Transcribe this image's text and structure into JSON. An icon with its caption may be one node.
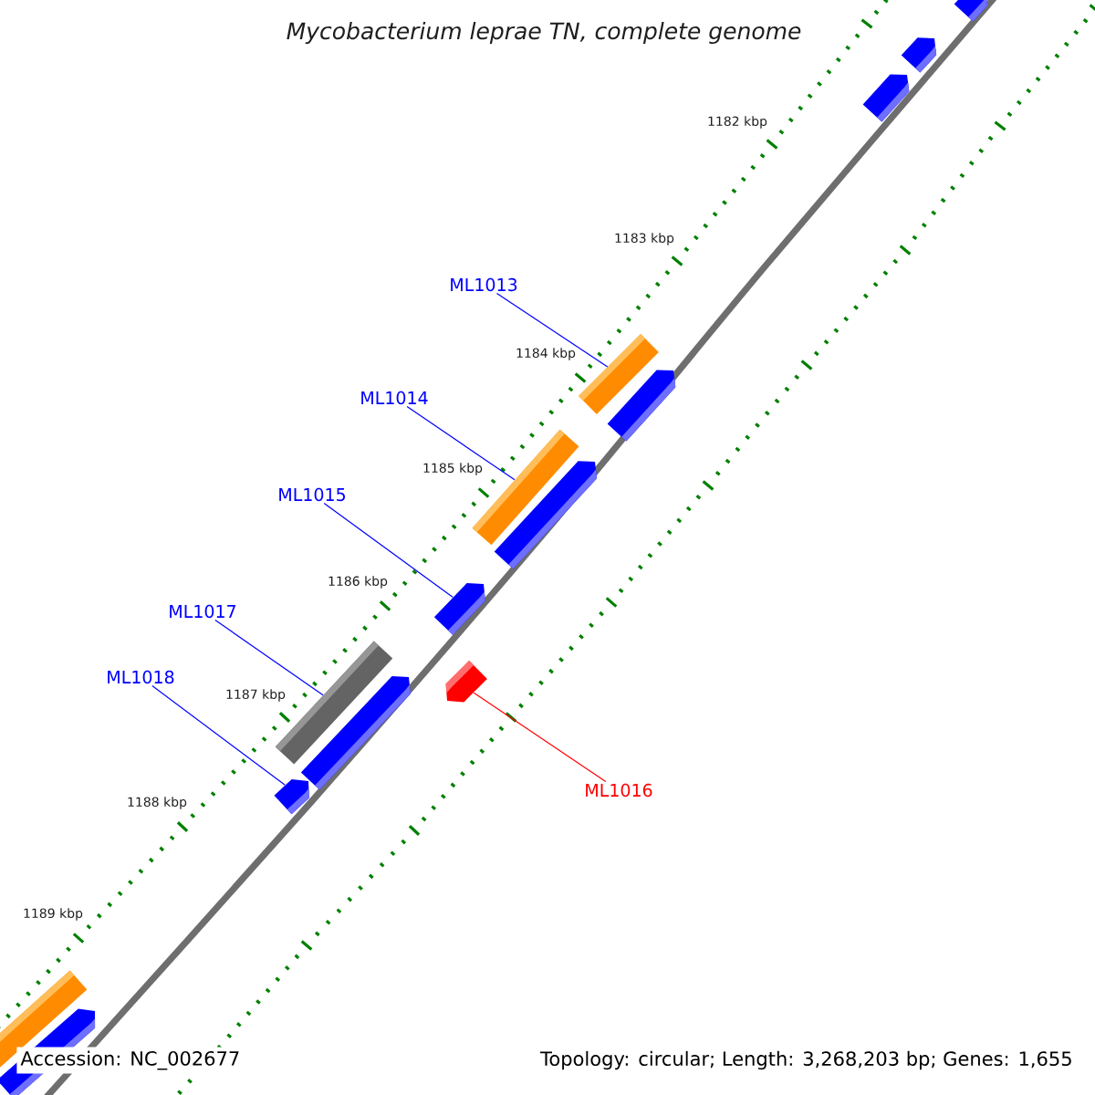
{
  "diagram": {
    "title": "Mycobacterium leprae TN, complete genome",
    "nodes": [
      {
        "text": [
          "ML1013"
        ]
      },
      {
        "text": [
          "ML1014"
        ]
      },
      {
        "text": [
          "ML1015"
        ]
      },
      {
        "text": [
          "ML1017"
        ]
      },
      {
        "text": [
          "ML1018"
        ]
      },
      {
        "text": [
          "ML1016"
        ]
      },
      {
        "text": [],
        "shape": "pentagon"
      },
      {
        "text": [],
        "shape": "pentagon"
      },
      {
        "text": [],
        "shape": "pentagon"
      },
      {
        "text": [],
        "shape": "bar"
      },
      {
        "text": [],
        "shape": "pentagon"
      },
      {
        "text": [],
        "shape": "bar"
      },
      {
        "text": [],
        "shape": "pentagon"
      },
      {
        "text": [],
        "shape": "pentagon"
      },
      {
        "text": [],
        "shape": "pentagon"
      },
      {
        "text": [],
        "shape": "bar"
      },
      {
        "text": [],
        "shape": "pentagon"
      },
      {
        "text": [],
        "shape": "pentagon"
      },
      {
        "text": [],
        "shape": "bar"
      },
      {
        "text": [],
        "shape": "pentagon"
      }
    ],
    "edges": [
      {
        "from": 0,
        "to": 9,
        "arrow": "none"
      },
      {
        "from": 1,
        "to": 11,
        "arrow": "none"
      },
      {
        "from": 2,
        "to": 13,
        "arrow": "none"
      },
      {
        "from": 3,
        "to": 15,
        "arrow": "none"
      },
      {
        "from": 4,
        "to": 17,
        "arrow": "none"
      },
      {
        "from": 5,
        "to": 14,
        "arrow": "none",
        "color": "#ff0000"
      }
    ],
    "labels": [
      "1182 kbp",
      "1183 kbp",
      "1184 kbp",
      "1185 kbp",
      "1186 kbp",
      "1187 kbp",
      "1188 kbp",
      "1189 kbp",
      "Accession: NC_002677",
      "Topology: circular; Length: 3,268,203 bp; Genes: 1,655"
    ]
  }
}
